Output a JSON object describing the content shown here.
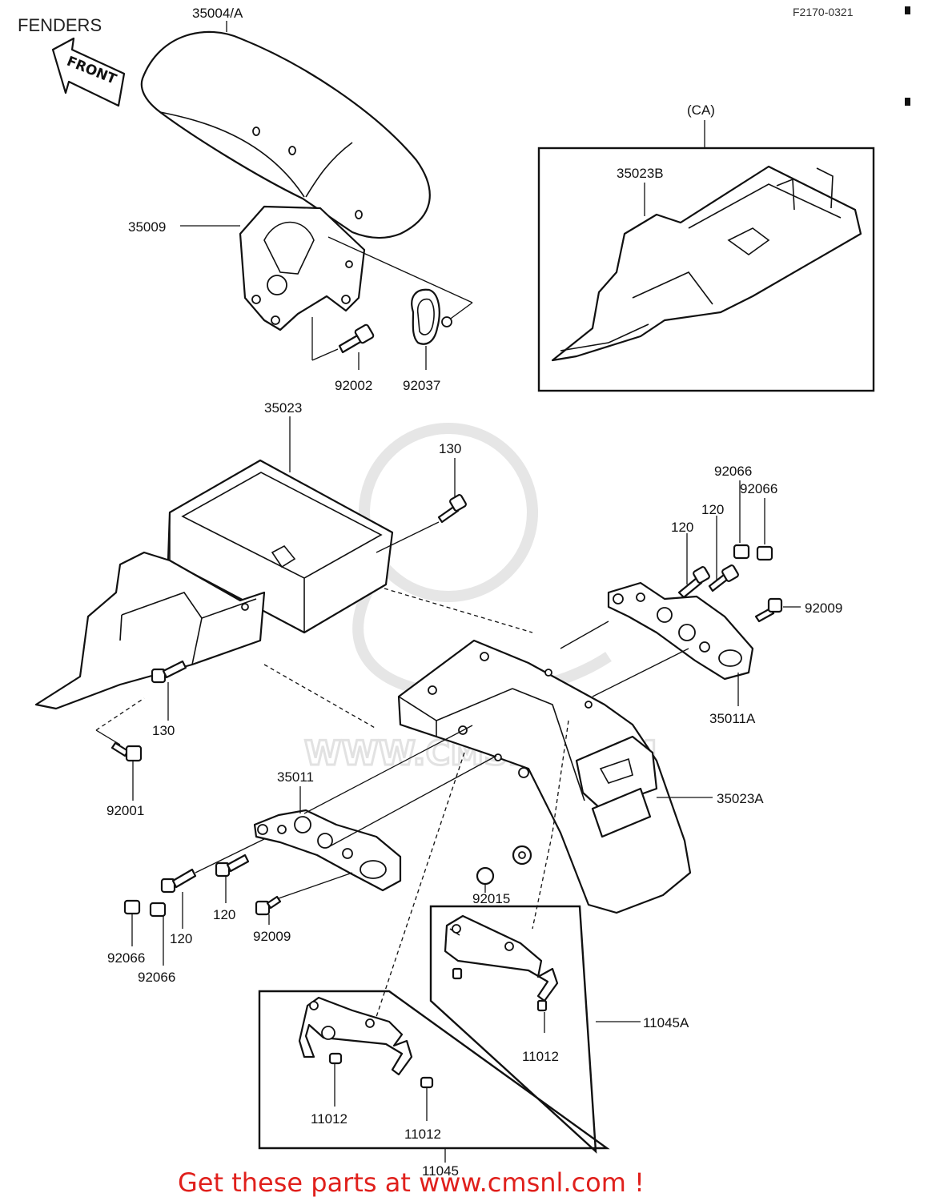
{
  "page": {
    "title": "FENDERS",
    "figure_code": "F2170-0321",
    "front_label": "FRONT",
    "footer_text": "Get these parts at www.cmsnl.com !",
    "watermark_text": "WWW.CMSNL.COM",
    "footer_color": "#e0201c"
  },
  "groups": {
    "ca": "(CA)"
  },
  "parts": {
    "p35004A": "35004/A",
    "p35009": "35009",
    "p92002": "92002",
    "p92037": "92037",
    "p35023B": "35023B",
    "p35023": "35023",
    "p130_top": "130",
    "p130_bottom": "130",
    "p92066_a": "92066",
    "p92066_b": "92066",
    "p120_a": "120",
    "p120_b": "120",
    "p92009_right": "92009",
    "p35011A": "35011A",
    "p92001": "92001",
    "p35011": "35011",
    "p35023A": "35023A",
    "p92015": "92015",
    "p120_c": "120",
    "p120_d": "120",
    "p92009_left": "92009",
    "p92066_c": "92066",
    "p92066_d": "92066",
    "p11045A": "11045A",
    "p11012_a": "11012",
    "p11012_b": "11012",
    "p11012_c": "11012",
    "p11045": "11045"
  }
}
